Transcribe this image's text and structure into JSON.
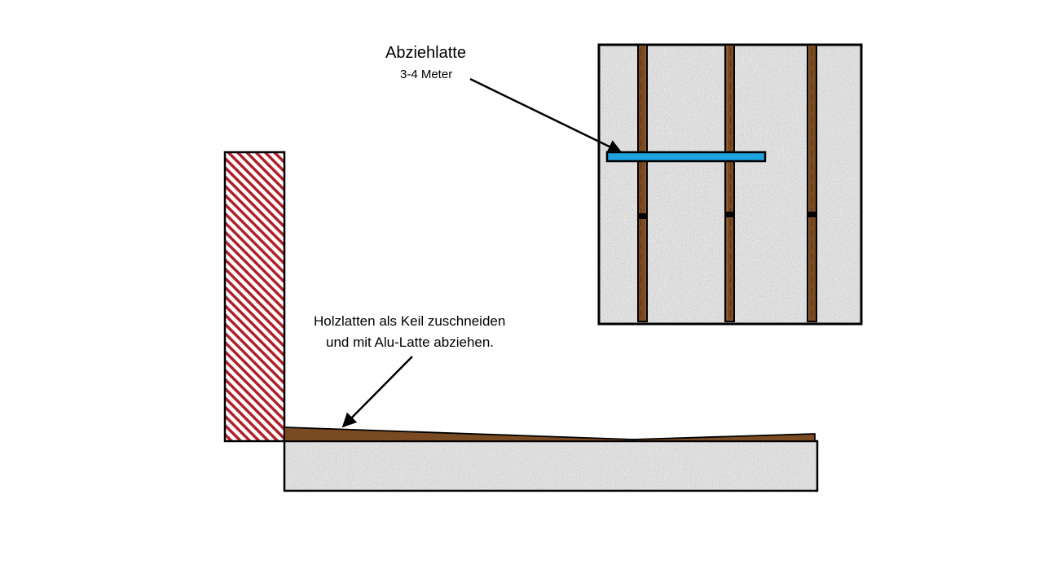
{
  "labels": {
    "screed_title": "Abziehlatte",
    "screed_length": "3-4 Meter",
    "wedge_line1": "Holzlatten als Keil zuschneiden",
    "wedge_line2": "und  mit Alu-Latte abziehen."
  },
  "colors": {
    "concrete_base": "#b4b4b4",
    "wood": "#7a4a22",
    "screed_bar": "#1fa3e0",
    "wall_hatch": "#b0202a",
    "outline": "#000000"
  }
}
